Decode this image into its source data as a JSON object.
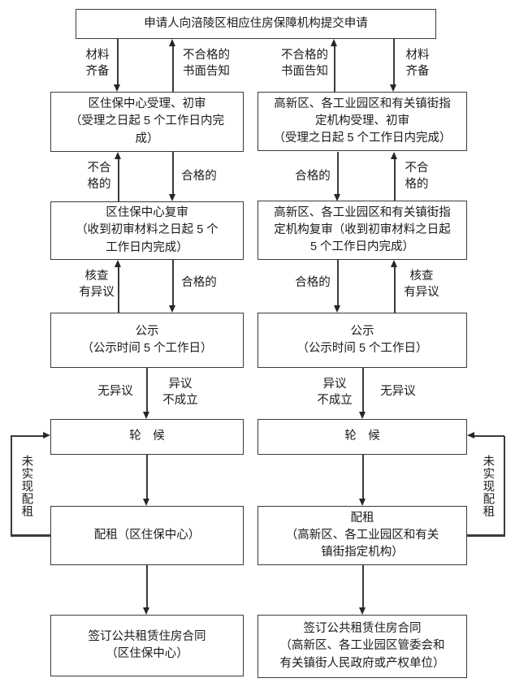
{
  "diagram": {
    "colors": {
      "border": "#3b3b3b",
      "text": "#1a1a1a",
      "background": "#ffffff"
    },
    "top_box": "申请人向涪陵区相应住房保障机构提交申请",
    "left": {
      "accept": "区住保中心受理、初审\n（受理之日起 5 个工作日内完\n成）",
      "review": "区住保中心复审\n（收到初审材料之日起 5 个\n工作日内完成）",
      "publicity": "公示\n（公示时间 5 个工作日）",
      "waitlist": "轮　候",
      "allocate": "配租（区住保中心）",
      "contract": "签订公共租赁住房合同\n（区住保中心）",
      "labels": {
        "materials_ready": "材料\n齐备",
        "unqualified_written_notice": "不合格的\n书面告知",
        "unqualified": "不合\n格的",
        "qualified_initial": "合格的",
        "check_objection": "核查\n有异议",
        "qualified_review": "合格的",
        "no_objection": "无异议",
        "objection_not_established": "异议\n不成立",
        "rent_not_realized": "未实现配租"
      }
    },
    "right": {
      "accept": "高新区、各工业园区和有关镇街指\n定机构受理、初审\n（受理之日起 5 个工作日内完成）",
      "review": "高新区、各工业园区和有关镇街指\n定机构复审（收到初审材料之日起\n5 个工作日内完成）",
      "publicity": "公示\n（公示时间 5 个工作日）",
      "waitlist": "轮　候",
      "allocate": "配租\n（高新区、各工业园区和有关\n镇街指定机构）",
      "contract": "签订公共租赁住房合同\n（高新区、各工业园区管委会和\n有关镇街人民政府或产权单位）",
      "labels": {
        "materials_ready": "材料\n齐备",
        "unqualified_written_notice": "不合格的\n书面告知",
        "unqualified": "不合\n格的",
        "qualified_initial": "合格的",
        "check_objection": "核查\n有异议",
        "qualified_review": "合格的",
        "no_objection": "无异议",
        "objection_not_established": "异议\n不成立",
        "rent_not_realized": "未实现配租"
      }
    }
  }
}
